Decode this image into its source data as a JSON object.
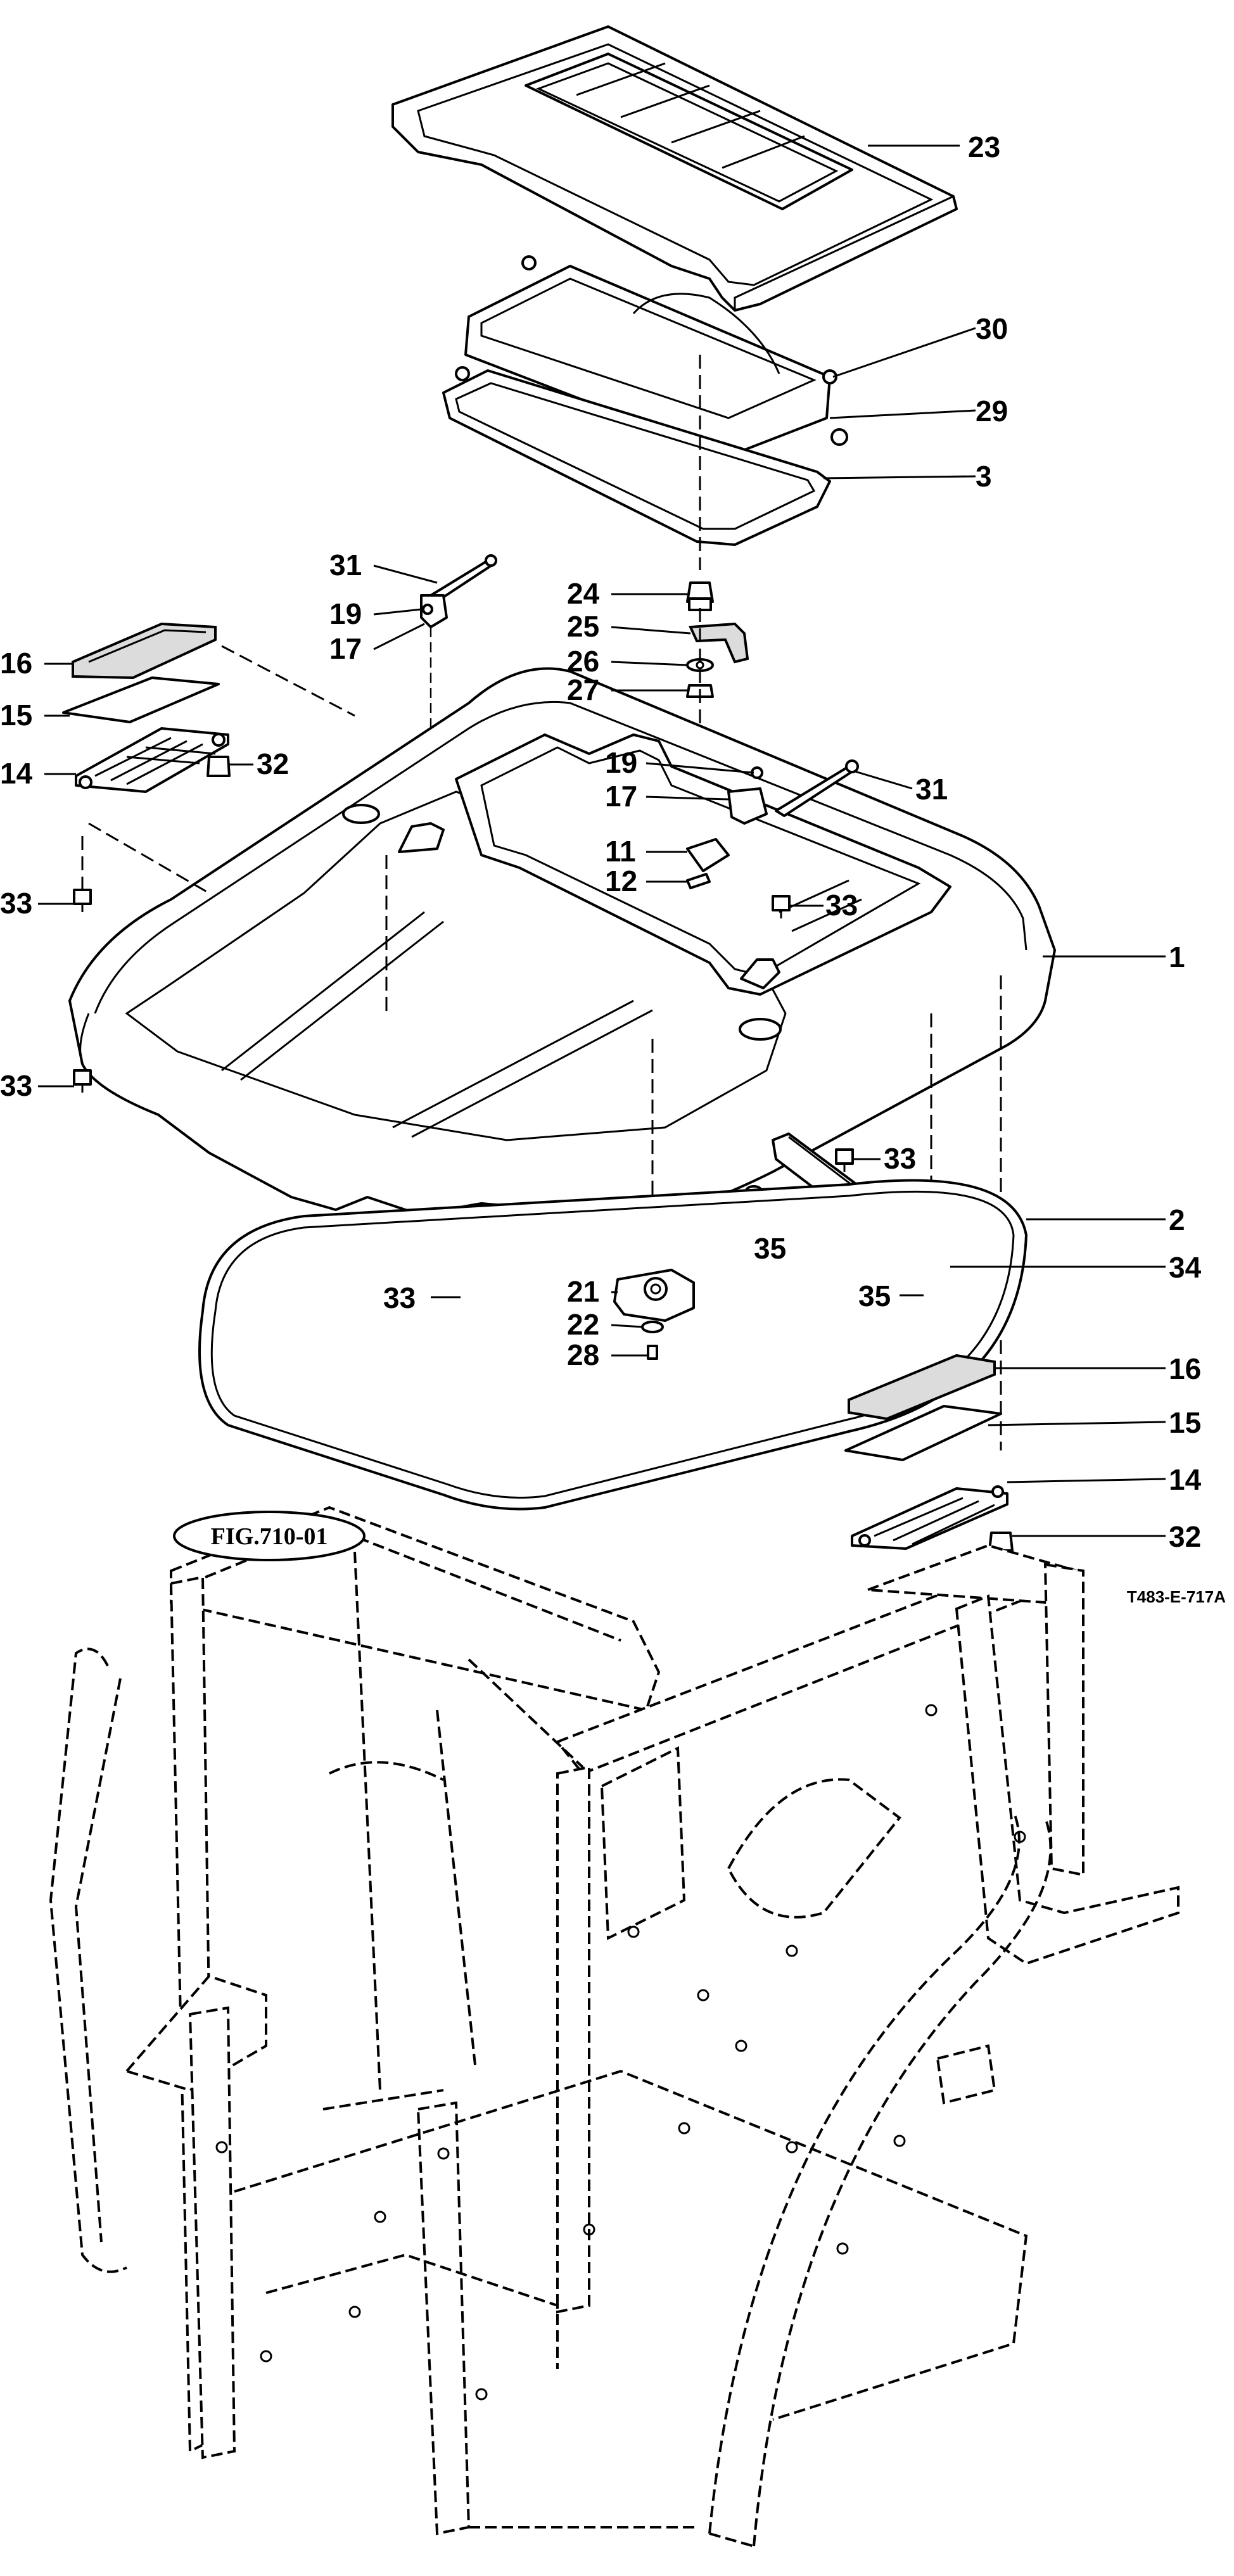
{
  "figure_ref": "FIG.710-01",
  "drawing_code": "T483-E-717A",
  "callouts": [
    {
      "id": "c-23",
      "label": "23"
    },
    {
      "id": "c-30",
      "label": "30"
    },
    {
      "id": "c-29",
      "label": "29"
    },
    {
      "id": "c-3",
      "label": "3"
    },
    {
      "id": "c-31a",
      "label": "31"
    },
    {
      "id": "c-19a",
      "label": "19"
    },
    {
      "id": "c-17a",
      "label": "17"
    },
    {
      "id": "c-24",
      "label": "24"
    },
    {
      "id": "c-25",
      "label": "25"
    },
    {
      "id": "c-26",
      "label": "26"
    },
    {
      "id": "c-27",
      "label": "27"
    },
    {
      "id": "c-16a",
      "label": "16"
    },
    {
      "id": "c-15a",
      "label": "15"
    },
    {
      "id": "c-14a",
      "label": "14"
    },
    {
      "id": "c-32a",
      "label": "32"
    },
    {
      "id": "c-19b",
      "label": "19"
    },
    {
      "id": "c-31b",
      "label": "31"
    },
    {
      "id": "c-17b",
      "label": "17"
    },
    {
      "id": "c-11",
      "label": "11"
    },
    {
      "id": "c-12",
      "label": "12"
    },
    {
      "id": "c-33a",
      "label": "33"
    },
    {
      "id": "c-33b",
      "label": "33"
    },
    {
      "id": "c-1",
      "label": "1"
    },
    {
      "id": "c-33c",
      "label": "33"
    },
    {
      "id": "c-33d",
      "label": "33"
    },
    {
      "id": "c-35a",
      "label": "35"
    },
    {
      "id": "c-2",
      "label": "2"
    },
    {
      "id": "c-34",
      "label": "34"
    },
    {
      "id": "c-35b",
      "label": "35"
    },
    {
      "id": "c-33e",
      "label": "33"
    },
    {
      "id": "c-21",
      "label": "21"
    },
    {
      "id": "c-22",
      "label": "22"
    },
    {
      "id": "c-28",
      "label": "28"
    },
    {
      "id": "c-16b",
      "label": "16"
    },
    {
      "id": "c-15b",
      "label": "15"
    },
    {
      "id": "c-14b",
      "label": "14"
    },
    {
      "id": "c-32b",
      "label": "32"
    }
  ]
}
